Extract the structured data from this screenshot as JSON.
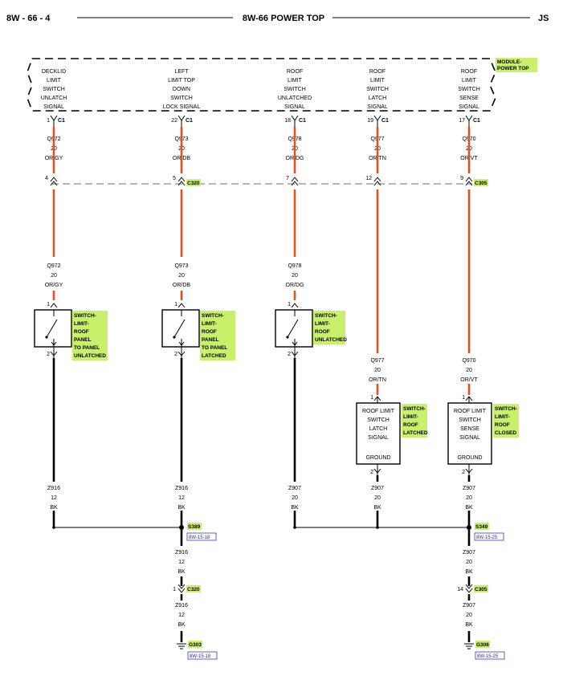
{
  "header": {
    "left": "8W - 66 - 4",
    "center": "8W-66 POWER TOP",
    "right": "JS"
  },
  "module": {
    "label": [
      "MODULE-",
      "POWER TOP"
    ],
    "connector": "C1",
    "pins": [
      {
        "signal": [
          "DECKLID",
          "LIMIT",
          "SWITCH",
          "UNLATCH",
          "SIGNAL"
        ],
        "pin": "1"
      },
      {
        "signal": [
          "LEFT",
          "LIMIT TOP",
          "DOWN",
          "SWITCH",
          "LOCK SIGNAL"
        ],
        "pin": "22"
      },
      {
        "signal": [
          "ROOF",
          "LIMIT",
          "SWITCH",
          "UNLATCHED",
          "SIGNAL"
        ],
        "pin": "18"
      },
      {
        "signal": [
          "ROOF",
          "LIMIT",
          "SWITCH",
          "LATCH",
          "SIGNAL"
        ],
        "pin": "19"
      },
      {
        "signal": [
          "ROOF",
          "LIMIT",
          "SWITCH",
          "SENSE",
          "SIGNAL"
        ],
        "pin": "17"
      }
    ]
  },
  "upper_wires": [
    {
      "circuit": "Q972",
      "gauge": "20",
      "color": "OR/GY"
    },
    {
      "circuit": "Q973",
      "gauge": "20",
      "color": "OR/DB"
    },
    {
      "circuit": "Q978",
      "gauge": "20",
      "color": "OR/DG"
    },
    {
      "circuit": "Q977",
      "gauge": "20",
      "color": "OR/TN"
    },
    {
      "circuit": "Q970",
      "gauge": "20",
      "color": "OR/VT"
    }
  ],
  "inline_connectors": [
    {
      "pin": "4",
      "name": ""
    },
    {
      "pin": "5",
      "name": "C320"
    },
    {
      "pin": "7",
      "name": ""
    },
    {
      "pin": "12",
      "name": ""
    },
    {
      "pin": "9",
      "name": "C305"
    }
  ],
  "mid_wires": [
    {
      "circuit": "Q972",
      "gauge": "20",
      "color": "OR/GY"
    },
    {
      "circuit": "Q973",
      "gauge": "20",
      "color": "OR/DB"
    },
    {
      "circuit": "Q978",
      "gauge": "20",
      "color": "OR/DG"
    }
  ],
  "switches": [
    {
      "pin_top": "1",
      "pin_bottom": "2",
      "label": [
        "SWITCH-",
        "LIMIT-",
        "ROOF",
        "PANEL",
        "TO PANEL",
        "UNLATCHED"
      ]
    },
    {
      "pin_top": "1",
      "pin_bottom": "2",
      "label": [
        "SWITCH-",
        "LIMIT-",
        "ROOF",
        "PANEL",
        "TO PANEL",
        "LATCHED"
      ]
    },
    {
      "pin_top": "1",
      "pin_bottom": "2",
      "label": [
        "SWITCH-",
        "LIMIT-",
        "ROOF",
        "UNLATCHED"
      ]
    }
  ],
  "right_mid_wires": [
    {
      "circuit": "Q977",
      "gauge": "20",
      "color": "OR/TN"
    },
    {
      "circuit": "Q970",
      "gauge": "20",
      "color": "OR/VT"
    }
  ],
  "right_switches": [
    {
      "pin_top": "1",
      "pin_bottom": "2",
      "body": [
        "ROOF LIMIT",
        "SWITCH",
        "LATCH",
        "SIGNAL"
      ],
      "ground": "GROUND",
      "label": [
        "SWITCH-",
        "LIMIT-",
        "ROOF",
        "LATCHED"
      ]
    },
    {
      "pin_top": "1",
      "pin_bottom": "2",
      "body": [
        "ROOF LIMIT",
        "SWITCH",
        "SENSE",
        "SIGNAL"
      ],
      "ground": "GROUND",
      "label": [
        "SWITCH-",
        "LIMIT-",
        "ROOF",
        "CLOSED"
      ]
    }
  ],
  "ground_wires": [
    {
      "circuit": "Z916",
      "gauge": "12",
      "color": "BK"
    },
    {
      "circuit": "Z916",
      "gauge": "12",
      "color": "BK"
    },
    {
      "circuit": "Z907",
      "gauge": "20",
      "color": "BK"
    },
    {
      "circuit": "Z907",
      "gauge": "20",
      "color": "BK"
    },
    {
      "circuit": "Z907",
      "gauge": "20",
      "color": "BK"
    }
  ],
  "splices": [
    {
      "name": "S389",
      "ref": "8W-15-18"
    },
    {
      "name": "S349",
      "ref": "8W-15-25"
    }
  ],
  "lower_left": {
    "wire1": {
      "circuit": "Z916",
      "gauge": "12",
      "color": "BK"
    },
    "connector": {
      "pin": "1",
      "name": "C320"
    },
    "wire2": {
      "circuit": "Z916",
      "gauge": "12",
      "color": "BK"
    },
    "ground": {
      "name": "G303",
      "ref": "8W-15-18"
    }
  },
  "lower_right": {
    "wire1": {
      "circuit": "Z907",
      "gauge": "20",
      "color": "BK"
    },
    "connector": {
      "pin": "14",
      "name": "C305"
    },
    "wire2": {
      "circuit": "Z907",
      "gauge": "20",
      "color": "BK"
    },
    "ground": {
      "name": "G306",
      "ref": "8W-15-25"
    }
  },
  "colors": {
    "wire_orange": "#e0531c",
    "wire_black": "#000000",
    "highlight": "#c9f06a"
  }
}
